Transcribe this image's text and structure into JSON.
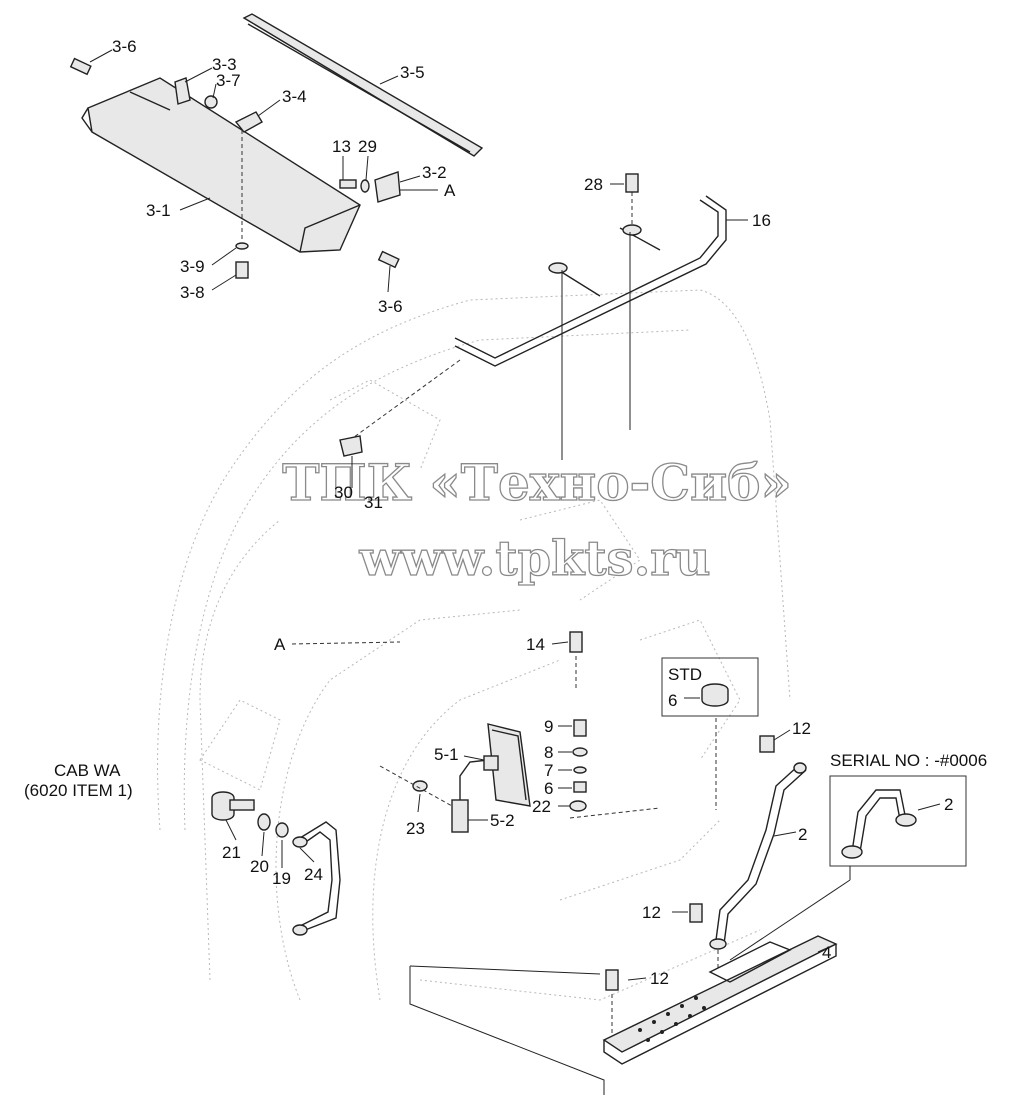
{
  "labels": {
    "l3_6a": "3-6",
    "l3_3": "3-3",
    "l3_7": "3-7",
    "l3_5": "3-5",
    "l3_4": "3-4",
    "l13": "13",
    "l29": "29",
    "l3_2": "3-2",
    "lA1": "A",
    "l3_1": "3-1",
    "l3_9": "3-9",
    "l3_8": "3-8",
    "l3_6b": "3-6",
    "l28": "28",
    "l16": "16",
    "l30": "30",
    "l31": "31",
    "lA2": "A",
    "l14": "14",
    "lSTD": "STD",
    "l6std": "6",
    "l9": "9",
    "l8": "8",
    "l7": "7",
    "l6": "6",
    "l22": "22",
    "l5_1": "5-1",
    "l5_2": "5-2",
    "l23": "23",
    "l12a": "12",
    "l2a": "2",
    "l2b": "2",
    "lSerial": "SERIAL NO : -#0006",
    "lCab1": "CAB WA",
    "lCab2": "(6020 ITEM 1)",
    "l21": "21",
    "l20": "20",
    "l19": "19",
    "l24": "24",
    "l12b": "12",
    "l4": "4",
    "l12c": "12"
  },
  "watermark": {
    "line1": "ТПК «Техно-Сиб»",
    "line2": "www.tpkts.ru"
  }
}
